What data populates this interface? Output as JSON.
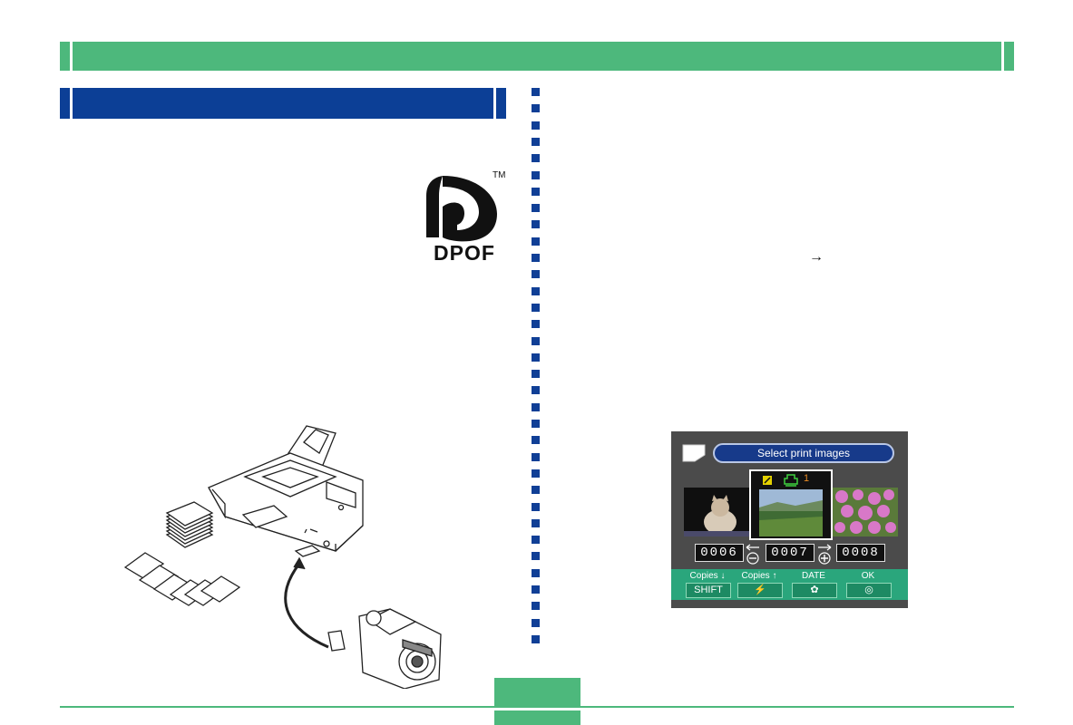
{
  "logo": {
    "text": "DPOF",
    "tm": "TM"
  },
  "arrow": "→",
  "screen": {
    "title": "Select print images",
    "prev_number": "0006",
    "current_number": "0007",
    "next_number": "0008",
    "copies": "1",
    "buttons": [
      {
        "label": "Copies ↓",
        "key": "SHIFT"
      },
      {
        "label": "Copies ↑",
        "key": "⚡"
      },
      {
        "label": "DATE",
        "key": "✿"
      },
      {
        "label": "OK",
        "key": "◎"
      }
    ]
  },
  "colors": {
    "green": "#4db87c",
    "blue": "#0c3f96"
  }
}
